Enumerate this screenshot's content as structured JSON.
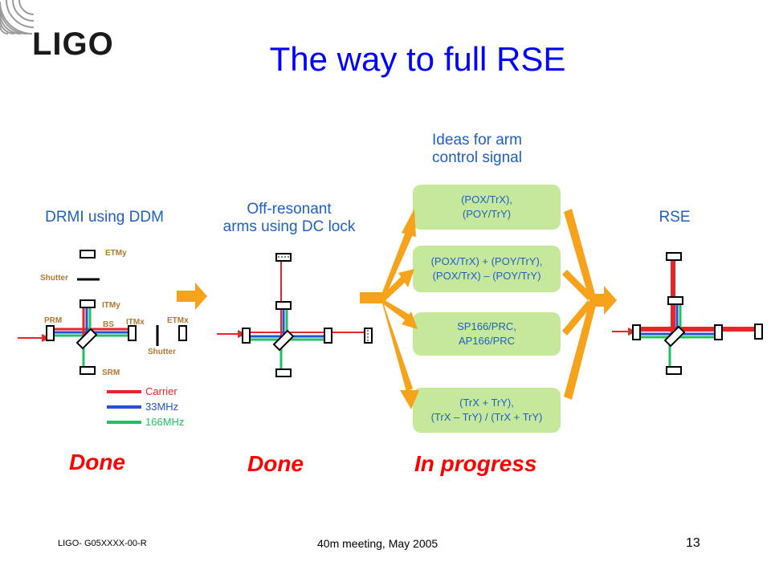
{
  "logo": "LIGO",
  "title": "The way to full RSE",
  "ideas_heading": [
    "Ideas for arm",
    "control signal"
  ],
  "sections": {
    "drmi": "DRMI using DDM",
    "offres": [
      "Off-resonant",
      "arms using DC lock"
    ],
    "rse": "RSE"
  },
  "idea_boxes": [
    [
      "(POX/TrX),",
      "(POY/TrY)"
    ],
    [
      "(POX/TrX) + (POY/TrY),",
      "(POX/TrX) – (POY/TrY)"
    ],
    [
      "SP166/PRC,",
      "AP166/PRC"
    ],
    [
      "(TrX + TrY),",
      "(TrX – TrY) / (TrX + TrY)"
    ]
  ],
  "drmi_labels": {
    "etmy": "ETMy",
    "shutter_y": "Shutter",
    "itmy": "ITMy",
    "prm": "PRM",
    "bs": "BS",
    "itmx": "ITMx",
    "etmx": "ETMx",
    "shutter_x": "Shutter",
    "srm": "SRM"
  },
  "legend": [
    {
      "label": "Carrier",
      "color": "#e8262a"
    },
    {
      "label": "33MHz",
      "color": "#2352d8"
    },
    {
      "label": "166MHz",
      "color": "#22c060"
    }
  ],
  "status": {
    "drmi": "Done",
    "offres": "Done",
    "ideas": "In progress"
  },
  "footer": {
    "left": "LIGO- G05XXXX-00-R",
    "center": "40m meeting, May 2005",
    "page": "13"
  },
  "colors": {
    "title": "#0000ff",
    "heading": "#1f5fc7",
    "status": "#ff0000",
    "box": "#c6e89a",
    "arrow": "#f7a21b"
  }
}
